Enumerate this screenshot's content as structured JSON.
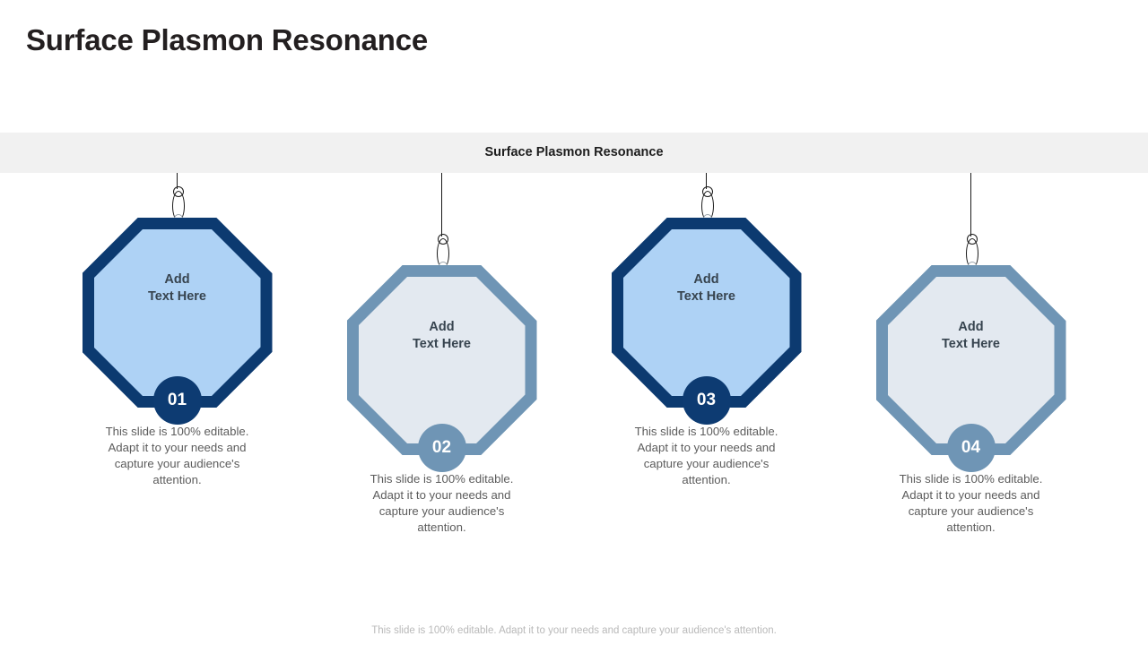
{
  "slide": {
    "title": "Surface Plasmon Resonance",
    "subtitle": "Surface Plasmon Resonance",
    "footer": "This slide is 100% editable. Adapt it to your needs and capture your audience's attention."
  },
  "theme": {
    "band_bg": "#f1f1f1",
    "dark_border": "#0c3a70",
    "dark_fill": "#aed2f5",
    "light_border": "#6f95b5",
    "light_fill": "#e3e9f0",
    "title_color": "#231f20",
    "label_color": "#37444f",
    "desc_color": "#5c5c5c",
    "footer_color": "#b9b9b9",
    "hanger_color": "#1a1a1a"
  },
  "items": [
    {
      "number": "01",
      "label_line1": "Add",
      "label_line2": "Text Here",
      "description": "This slide is 100% editable. Adapt it to your needs and capture your audience's attention.",
      "style": "dark",
      "border_color": "#0c3a70",
      "fill_color": "#aed2f5",
      "badge_color": "#0d3b72"
    },
    {
      "number": "02",
      "label_line1": "Add",
      "label_line2": "Text Here",
      "description": "This slide is 100% editable. Adapt it to your needs and capture your audience's attention.",
      "style": "light",
      "border_color": "#6f95b5",
      "fill_color": "#e3e9f0",
      "badge_color": "#6f95b5"
    },
    {
      "number": "03",
      "label_line1": "Add",
      "label_line2": "Text Here",
      "description": "This slide is 100% editable. Adapt it to your needs and capture your audience's attention.",
      "style": "dark",
      "border_color": "#0c3a70",
      "fill_color": "#aed2f5",
      "badge_color": "#0d3b72"
    },
    {
      "number": "04",
      "label_line1": "Add",
      "label_line2": "Text Here",
      "description": "This slide is 100% editable. Adapt it to your needs and capture your audience's attention.",
      "style": "light",
      "border_color": "#6f95b5",
      "fill_color": "#e3e9f0",
      "badge_color": "#6f95b5"
    }
  ]
}
